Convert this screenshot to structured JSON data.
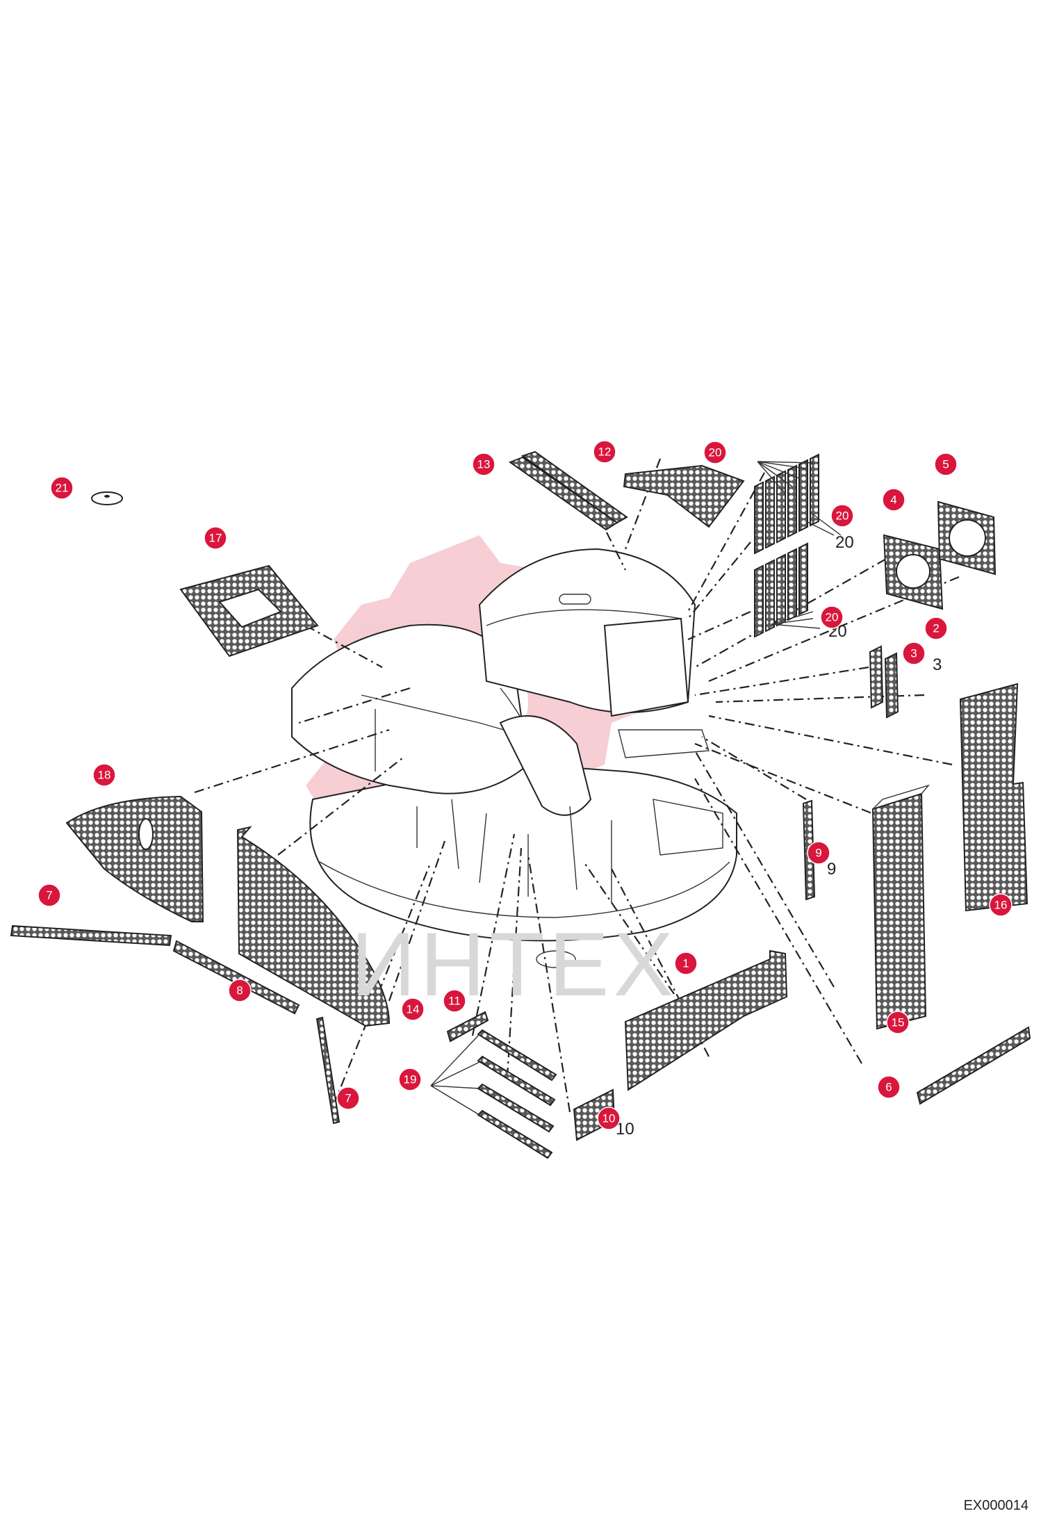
{
  "diagram": {
    "code": "EX000014",
    "watermark": "ИНТЕХ",
    "callouts": [
      "1",
      "2",
      "3",
      "4",
      "5",
      "6",
      "7",
      "7",
      "8",
      "9",
      "10",
      "11",
      "12",
      "13",
      "14",
      "15",
      "16",
      "17",
      "18",
      "19",
      "20",
      "20",
      "20",
      "21"
    ],
    "part_numbers": [
      "20",
      "3",
      "9",
      "10",
      "20"
    ],
    "colors": {
      "callout": "#d9163c",
      "watermark_gear": "#f4c6cc",
      "watermark_text": "#d8d8d8",
      "line": "#222222"
    }
  }
}
